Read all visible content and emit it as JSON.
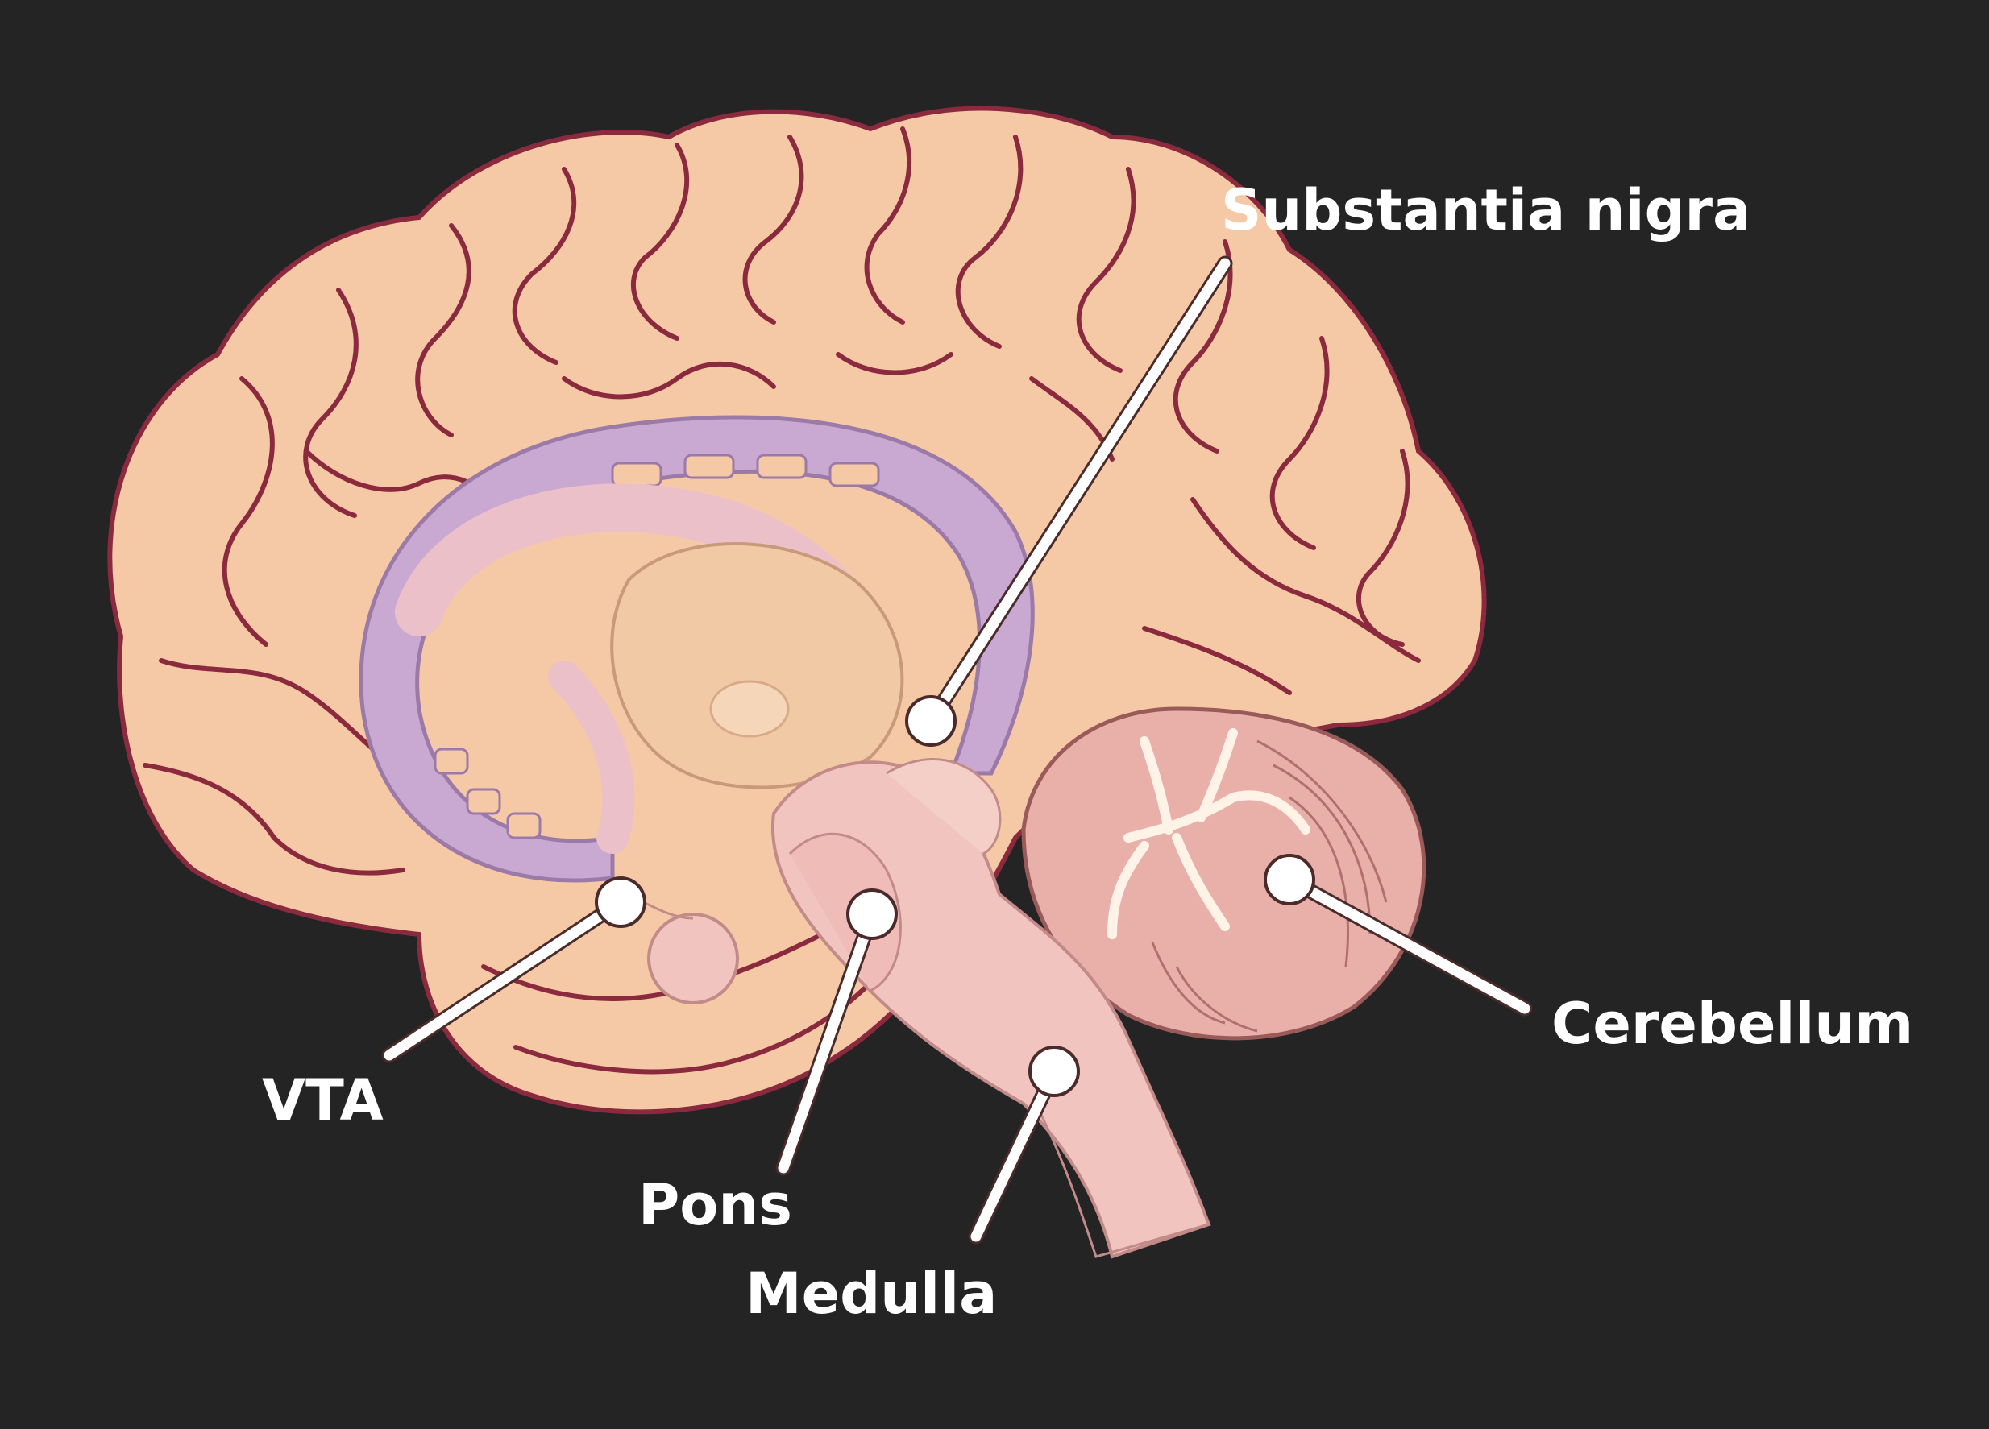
{
  "labels": {
    "substantia_nigra": "Substantia nigra",
    "cerebellum": "Cerebellum",
    "vta": "VTA",
    "pons": "Pons",
    "medulla": "Medulla"
  },
  "colors": {
    "background": "#242424",
    "cortex_fill": "#f6c9a6",
    "cortex_outline": "#8b2a3e",
    "corpus_callosum": "#c9a9d2",
    "brainstem": "#f2c4c0",
    "thalamus": "#f1c9a4",
    "cerebellum": "#e8b0a8",
    "label_text": "#ffffff"
  }
}
